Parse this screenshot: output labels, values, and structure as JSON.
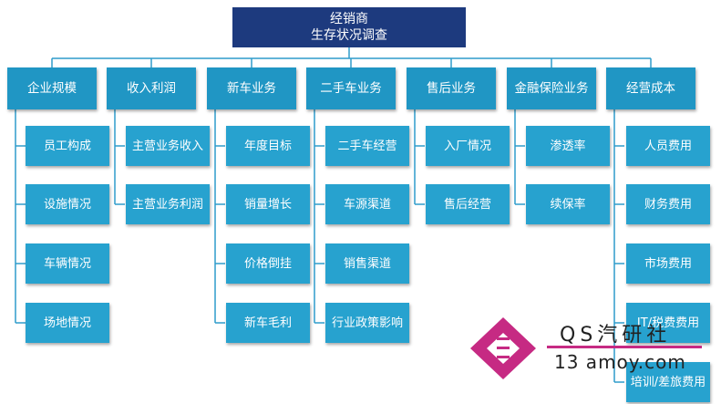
{
  "root": {
    "line1": "经销商",
    "line2": "生存状况调查"
  },
  "categories": [
    {
      "label": "企业规模",
      "children": [
        "员工构成",
        "设施情况",
        "车辆情况",
        "场地情况"
      ]
    },
    {
      "label": "收入利润",
      "children": [
        "主营业务收入",
        "主营业务利润"
      ]
    },
    {
      "label": "新车业务",
      "children": [
        "年度目标",
        "销量增长",
        "价格倒挂",
        "新车毛利"
      ]
    },
    {
      "label": "二手车业务",
      "children": [
        "二手车经营",
        "车源渠道",
        "销售渠道",
        "行业政策影响"
      ]
    },
    {
      "label": "售后业务",
      "children": [
        "入厂情况",
        "售后经营"
      ]
    },
    {
      "label": "金融保险业务",
      "children": [
        "渗透率",
        "续保率"
      ]
    },
    {
      "label": "经营成本",
      "children": [
        "人员费用",
        "财务费用",
        "市场费用",
        "IT/税费费用",
        "培训/差旅费用"
      ]
    }
  ],
  "watermark": {
    "name": "QS汽研社",
    "url": "13 amoy.com"
  },
  "colors": {
    "root": "#1d3a7e",
    "category": "#2096c4",
    "item": "#27a2cf",
    "line": "#2f9ccb",
    "accent": "#c62a83"
  }
}
